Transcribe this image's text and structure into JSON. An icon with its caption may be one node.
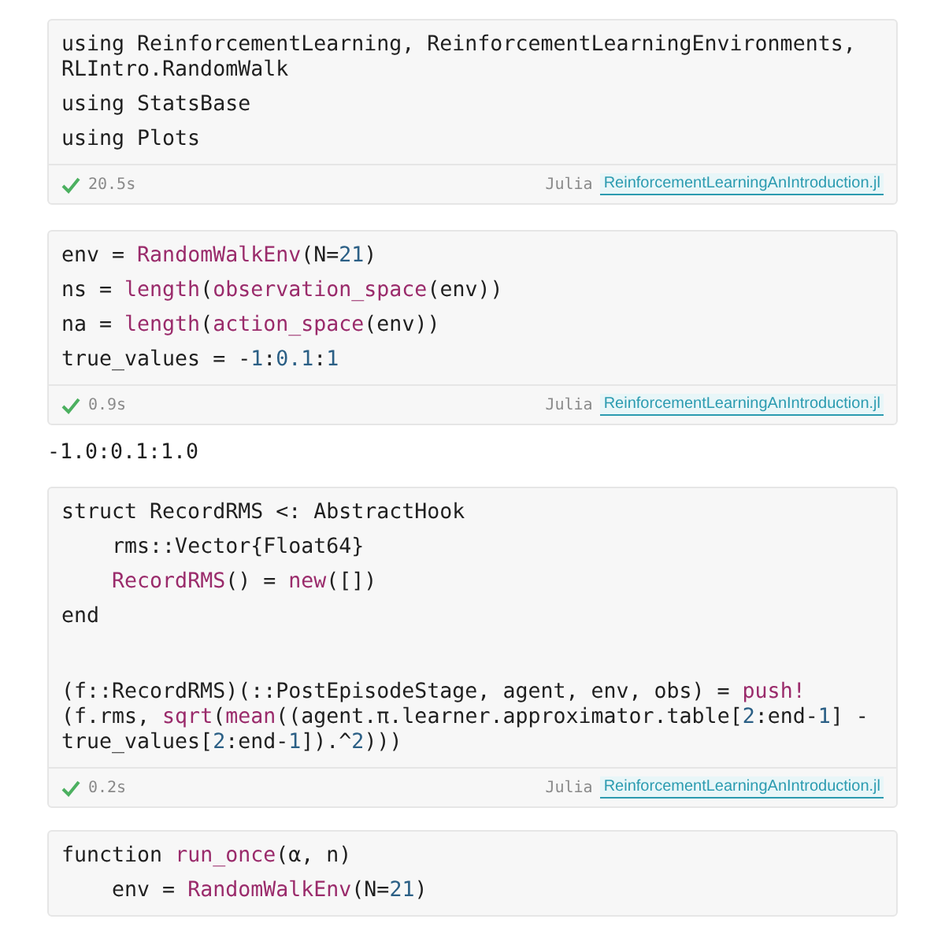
{
  "diagram": {
    "nodes": [
      {
        "text": [
          "using ReinforcementLearning, ReinforcementLearningEnvironments, RLIntro.RandomWalk",
          "using StatsBase",
          "using Plots",
          "20.5s",
          "Julia",
          "ReinforcementLearningAnIntroduction.jl"
        ]
      },
      {
        "text": [
          "env = RandomWalkEnv(N=21)",
          "ns = length(observation_space(env))",
          "na = length(action_space(env))",
          "true_values = -1:0.1:1",
          "0.9s",
          "Julia",
          "ReinforcementLearningAnIntroduction.jl"
        ]
      },
      {
        "text": [
          "struct RecordRMS <: AbstractHook",
          "    rms::Vector{Float64}",
          "    RecordRMS() = new([])",
          "end",
          "(f::RecordRMS)(::PostEpisodeStage, agent, env, obs) = push!(f.rms, sqrt(mean((agent.π.learner.approximator.table[2:end-1] - true_values[2:end-1]).^2)))",
          "0.2s",
          "Julia",
          "ReinforcementLearningAnIntroduction.jl"
        ]
      },
      {
        "text": [
          "function run_once(α, n)",
          "    env = RandomWalkEnv(N=21)"
        ]
      }
    ],
    "labels": [
      "-1.0:0.1:1.0"
    ]
  }
}
